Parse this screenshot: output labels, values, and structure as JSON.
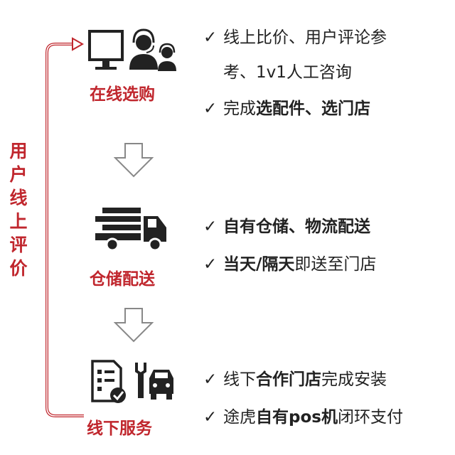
{
  "side_label": [
    "用",
    "户",
    "线",
    "上",
    "评",
    "价"
  ],
  "stages": [
    {
      "title": "在线选购",
      "icon": "monitor-and-customer-service-icon",
      "bullets": [
        {
          "parts": [
            {
              "t": "线上比价、用户评论参",
              "b": false
            }
          ]
        },
        {
          "parts": [
            {
              "t": "考、1v1人工咨询",
              "b": false
            }
          ],
          "continuation": true
        },
        {
          "parts": [
            {
              "t": "完成",
              "b": false
            },
            {
              "t": "选配件、选门店",
              "b": true
            }
          ]
        }
      ]
    },
    {
      "title": "仓储配送",
      "icon": "delivery-truck-icon",
      "bullets": [
        {
          "parts": [
            {
              "t": "自有仓储、物流配送",
              "b": true
            }
          ]
        },
        {
          "parts": [
            {
              "t": "当天/隔天",
              "b": true
            },
            {
              "t": "即送至门店",
              "b": false
            }
          ]
        }
      ]
    },
    {
      "title": "线下服务",
      "icon": "checklist-wrench-car-icon",
      "bullets": [
        {
          "parts": [
            {
              "t": "线下",
              "b": false
            },
            {
              "t": "合作门店",
              "b": true
            },
            {
              "t": "完成安装",
              "b": false
            }
          ]
        },
        {
          "parts": [
            {
              "t": "途虎",
              "b": false
            },
            {
              "t": "自有pos机",
              "b": true
            },
            {
              "t": "闭环支付",
              "b": false
            }
          ]
        }
      ]
    }
  ],
  "check_glyph": "✓",
  "colors": {
    "accent": "#c0262d",
    "icon": "#222222",
    "arrow": "#bbbbbb",
    "text": "#222222"
  }
}
